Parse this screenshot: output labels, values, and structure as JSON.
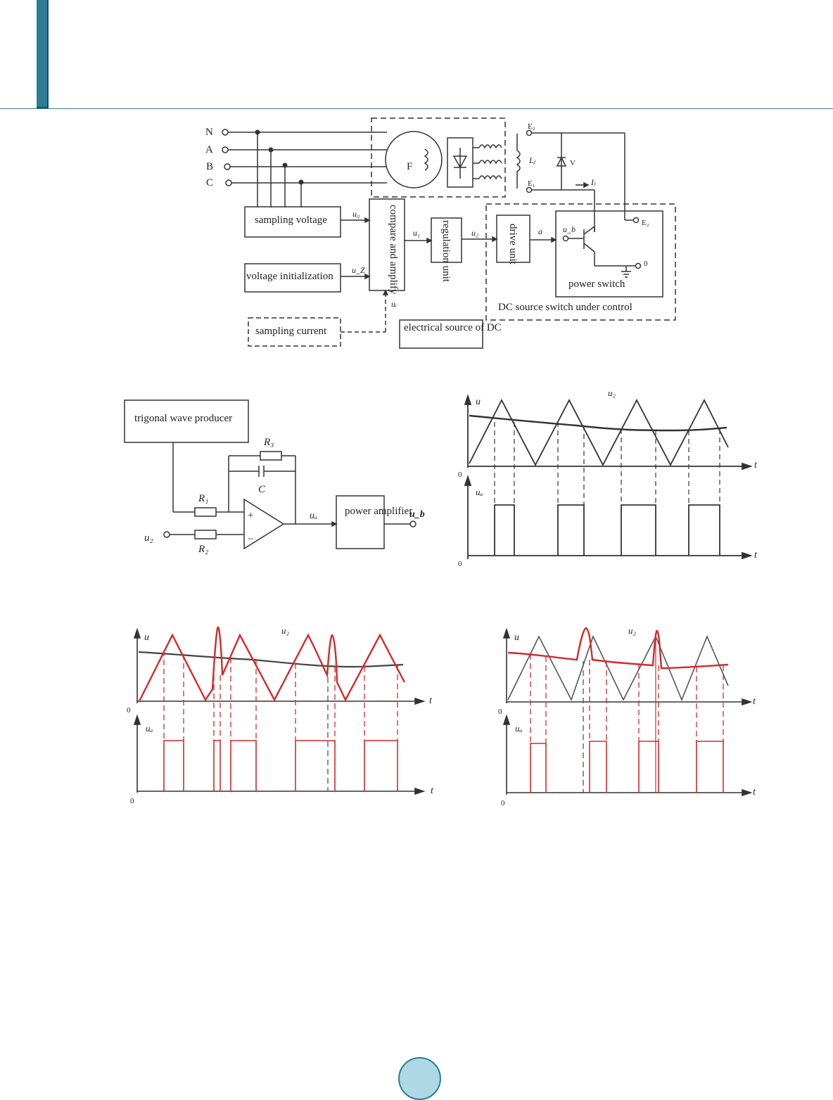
{
  "colors": {
    "accent": "#2f7c95",
    "page_badge": "#add8e6",
    "highlight_wave": "#d42a2a",
    "line": "#333333"
  },
  "figure1": {
    "phases": [
      "N",
      "A",
      "B",
      "C"
    ],
    "generator": "F",
    "terminals": {
      "e2": "E₂",
      "e1": "E₁",
      "lj": "Lⱼ",
      "v": "V",
      "ij": "Iⱼ",
      "e2_switch": "E₂",
      "zero": "0"
    },
    "blocks": {
      "sampling_voltage": "sampling voltage",
      "voltage_init": "voltage initialization",
      "sampling_current": "sampling current",
      "compare_amplify": "compare and amplify",
      "regulation": "regulation unit",
      "drive": "drive unit",
      "power_switch": "power switch",
      "dc_source": "electrical source of DC",
      "dc_switch_group": "DC source switch under control"
    },
    "signals": {
      "uo": "u₀",
      "uz": "u_Z",
      "ui": "uᵢ",
      "u1": "u₁",
      "u2": "u₂",
      "a": "a",
      "ub": "u_b"
    }
  },
  "figure2": {
    "trig_gen": "trigonal wave producer",
    "r1": "R₁",
    "r2": "R₂",
    "r3": "R₃",
    "c": "C",
    "plus": "+",
    "minus": "−",
    "ua": "uₐ",
    "u2": "u₂",
    "ub": "u_b",
    "power_amp": "power amplifier"
  },
  "waveforms": {
    "u_axis": "u",
    "t_axis": "t",
    "origin": "0",
    "ua_axis": "uₐ",
    "u2_label": "u₂"
  },
  "page": {
    "number": ""
  }
}
